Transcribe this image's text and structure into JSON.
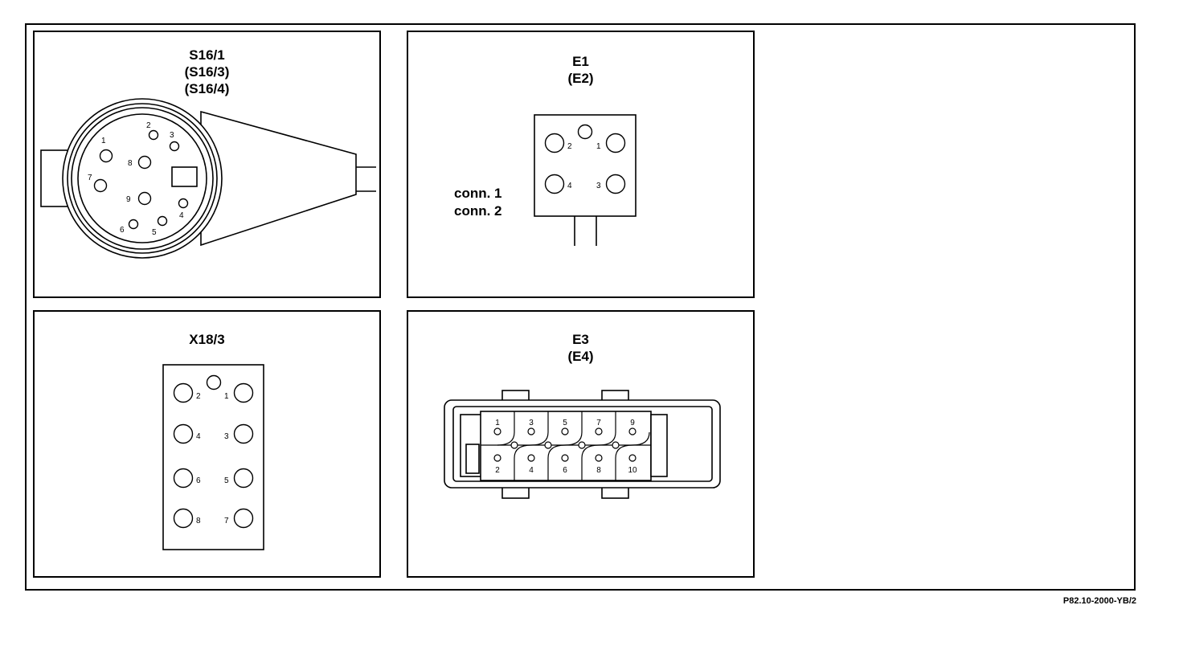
{
  "doc_ref": "P82.10-2000-YB/2",
  "panels": {
    "s16": {
      "title_lines": [
        "S16/1",
        "(S16/3)",
        "(S16/4)"
      ],
      "pins": [
        "1",
        "2",
        "3",
        "4",
        "5",
        "6",
        "7",
        "8",
        "9"
      ]
    },
    "e1": {
      "title_lines": [
        "E1",
        "(E2)"
      ],
      "pins": [
        "1",
        "2",
        "3",
        "4"
      ],
      "conn_labels": [
        "conn. 1",
        "conn. 2"
      ]
    },
    "x18": {
      "title_lines": [
        "X18/3"
      ],
      "pins": [
        "1",
        "2",
        "3",
        "4",
        "5",
        "6",
        "7",
        "8"
      ]
    },
    "e3": {
      "title_lines": [
        "E3",
        "(E4)"
      ],
      "pins_top": [
        "1",
        "3",
        "5",
        "7",
        "9"
      ],
      "pins_bottom": [
        "2",
        "4",
        "6",
        "8",
        "10"
      ]
    }
  }
}
